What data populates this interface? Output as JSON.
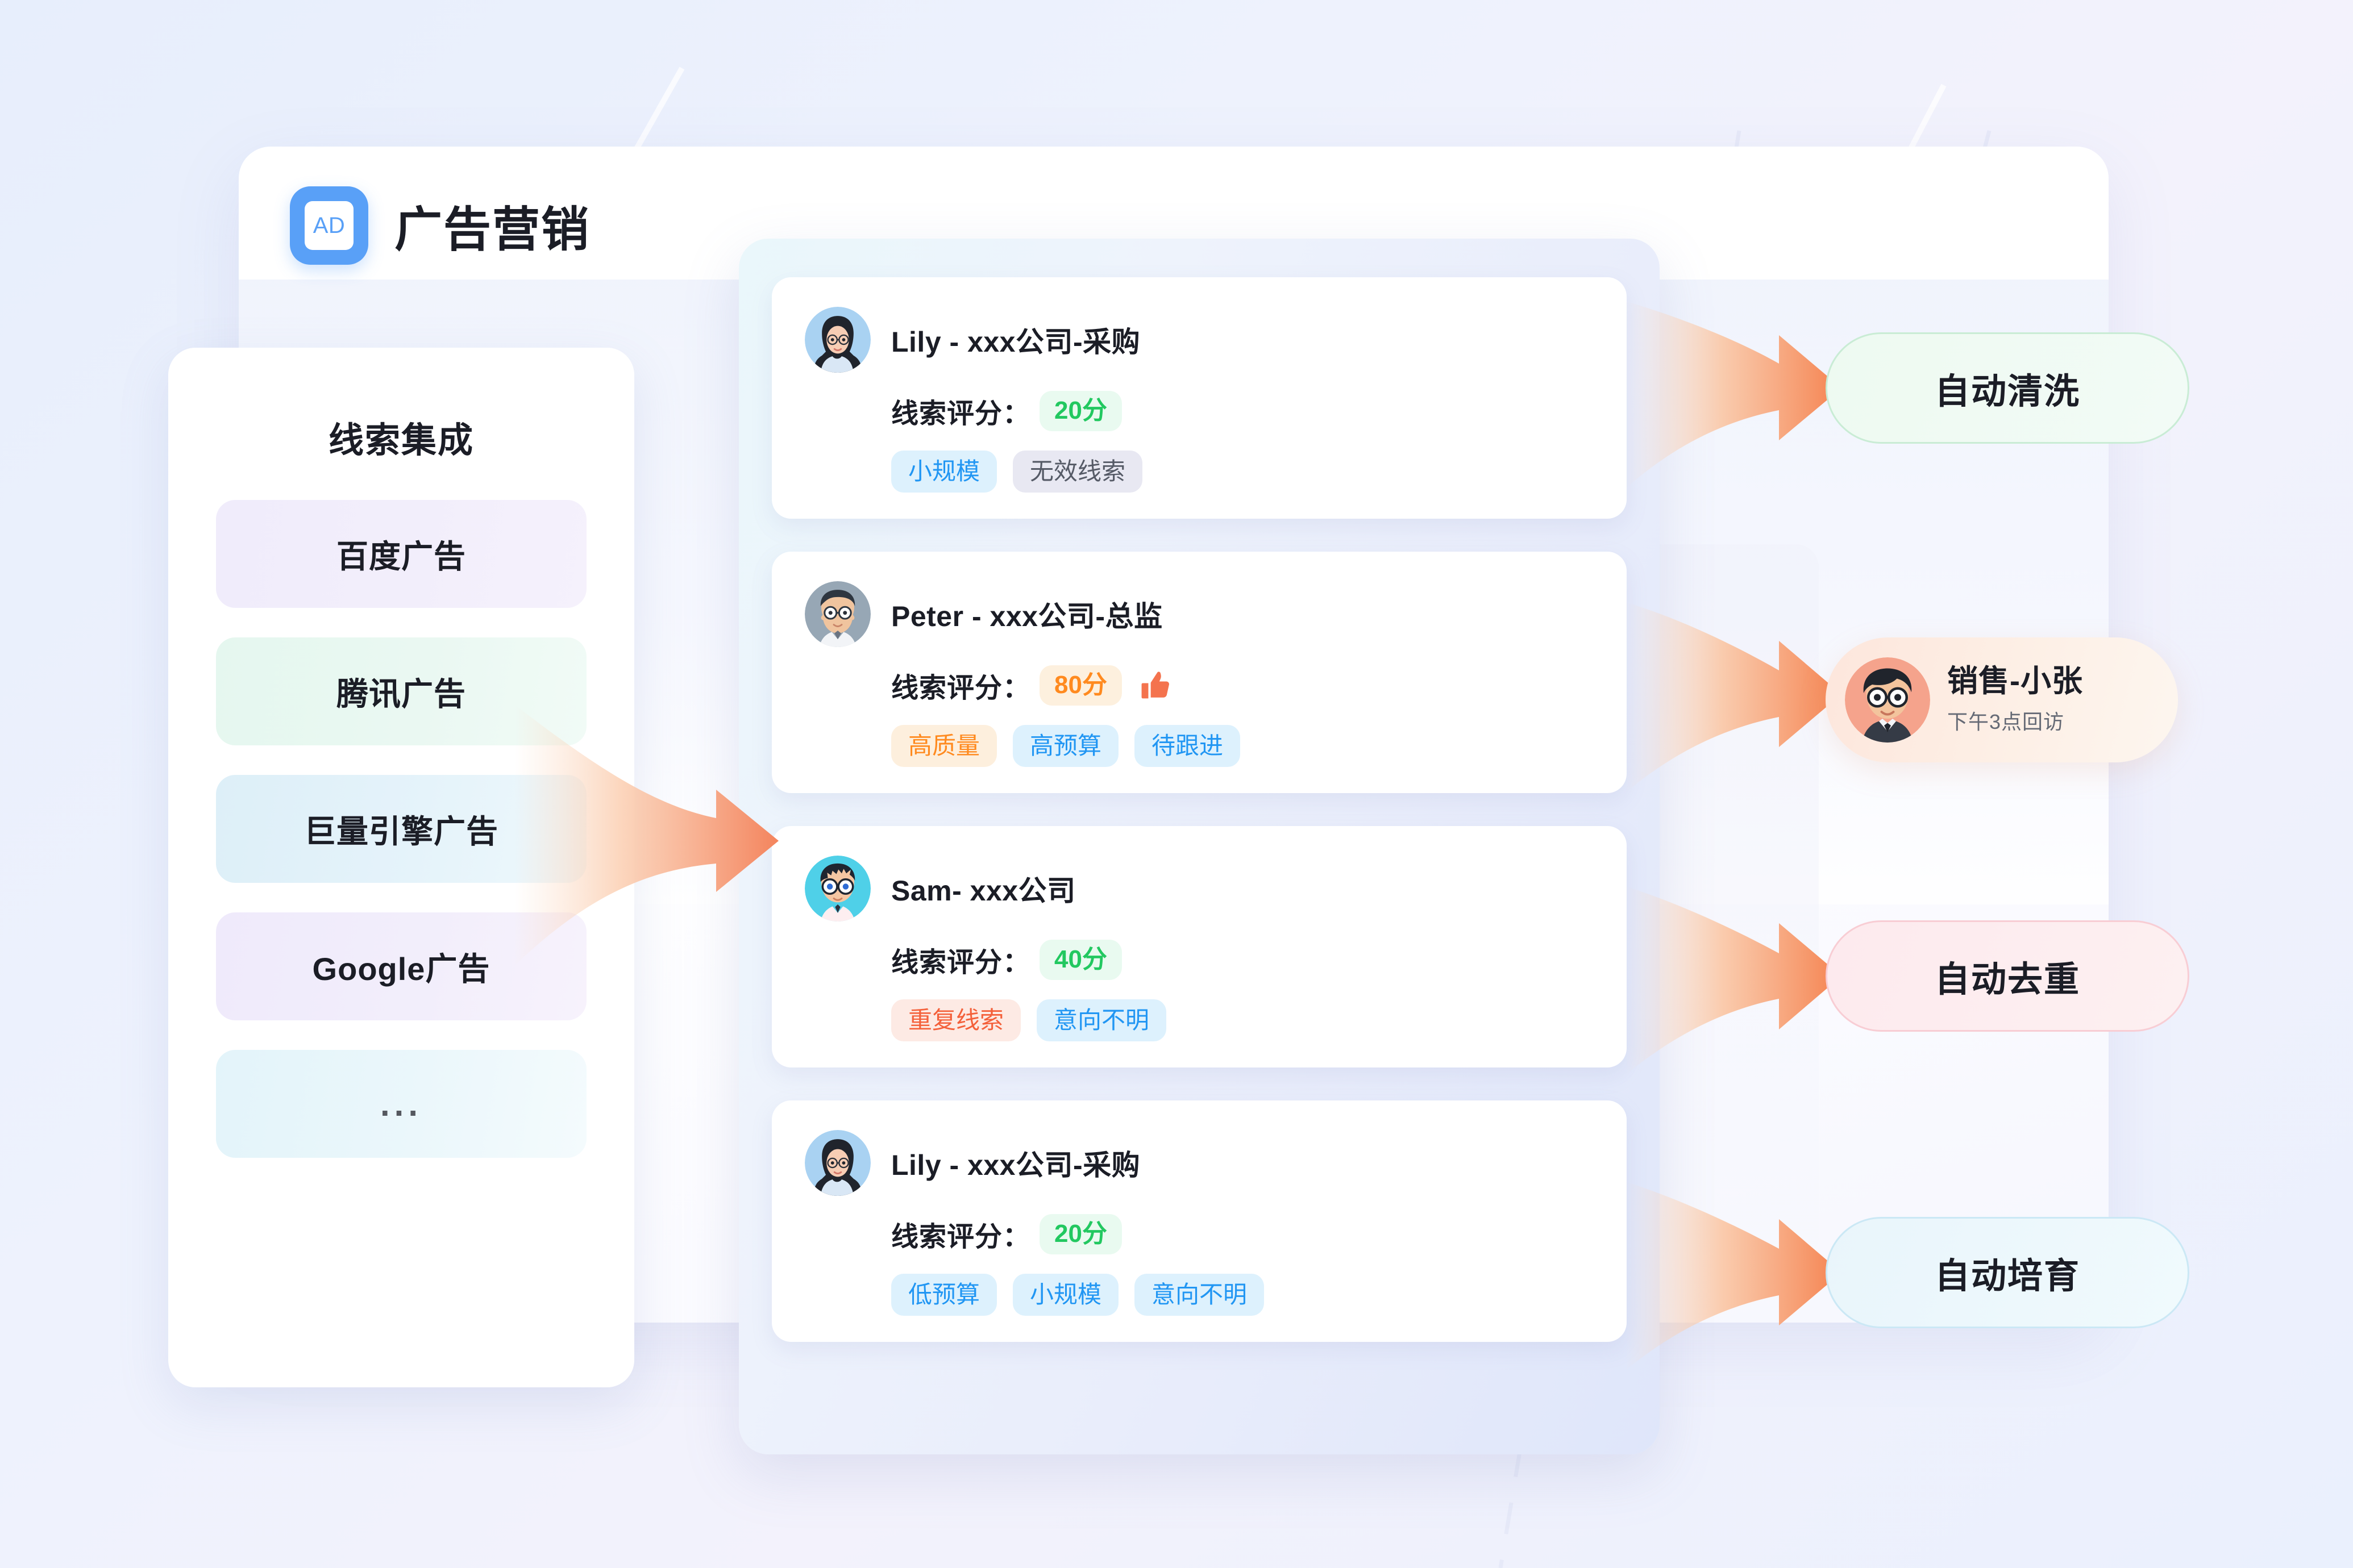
{
  "header": {
    "logo_text": "AD",
    "logo_color": "#59a0f7",
    "title": "广告营销"
  },
  "sidebar": {
    "title": "线索集成",
    "items": [
      {
        "label": "百度广告",
        "style": "purple"
      },
      {
        "label": "腾讯广告",
        "style": "green"
      },
      {
        "label": "巨量引擎广告",
        "style": "blue"
      },
      {
        "label": "Google广告",
        "style": "purple2"
      },
      {
        "label": "...",
        "style": "blue2"
      }
    ]
  },
  "leads": {
    "score_label": "线索评分：",
    "cards": [
      {
        "name": "Lily - xxx公司-采购",
        "score": "20分",
        "score_color": "#22c860",
        "has_thumb": false,
        "tags": [
          {
            "label": "小规模",
            "style": "blue"
          },
          {
            "label": "无效线索",
            "style": "gray"
          }
        ]
      },
      {
        "name": "Peter - xxx公司-总监",
        "score": "80分",
        "score_color": "#ff8a1f",
        "has_thumb": true,
        "tags": [
          {
            "label": "高质量",
            "style": "orange"
          },
          {
            "label": "高预算",
            "style": "blue"
          },
          {
            "label": "待跟进",
            "style": "blue"
          }
        ]
      },
      {
        "name": "Sam- xxx公司",
        "score": "40分",
        "score_color": "#22c860",
        "has_thumb": false,
        "tags": [
          {
            "label": "重复线索",
            "style": "red"
          },
          {
            "label": "意向不明",
            "style": "blue"
          }
        ]
      },
      {
        "name": "Lily - xxx公司-采购",
        "score": "20分",
        "score_color": "#22c860",
        "has_thumb": false,
        "tags": [
          {
            "label": "低预算",
            "style": "blue"
          },
          {
            "label": "小规模",
            "style": "blue"
          },
          {
            "label": "意向不明",
            "style": "blue"
          }
        ]
      }
    ]
  },
  "outcomes": [
    {
      "label": "自动清洗",
      "style": "green",
      "color": "#c9ecd5"
    },
    {
      "label": "自动去重",
      "style": "pink",
      "color": "#f8cdd4"
    },
    {
      "label": "自动培育",
      "style": "blue",
      "color": "#cbe8f5"
    }
  ],
  "sales": {
    "name": "销售-小张",
    "note": "下午3点回访",
    "accent": "#fde6dc"
  },
  "icons": {
    "thumbs_up": "thumbs-up-icon",
    "arrow": "arrow-right-icon"
  }
}
